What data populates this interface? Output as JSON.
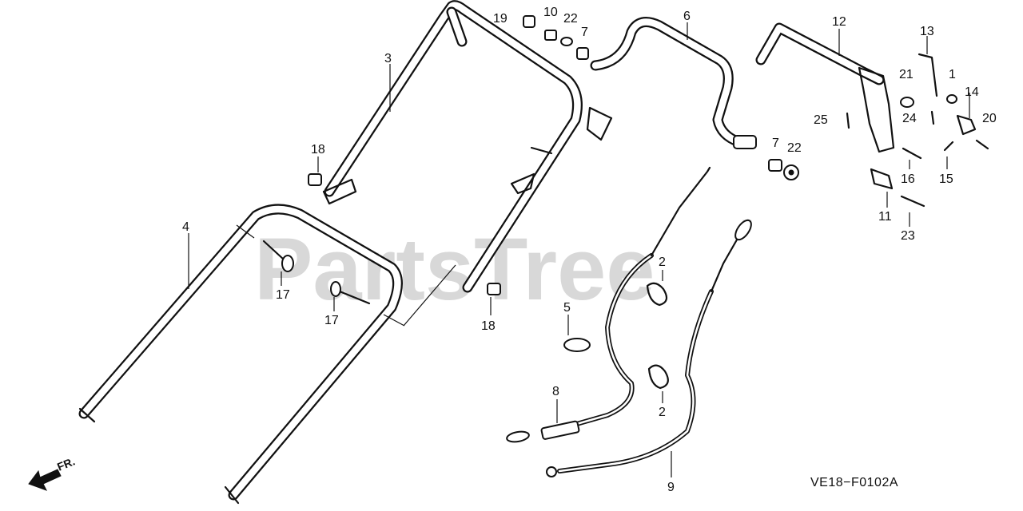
{
  "watermark": {
    "text": "PartsTree",
    "mark": "™"
  },
  "diagram_code": "VE18−F0102A",
  "direction_label": "FR.",
  "callouts": {
    "c1": "1",
    "c2a": "2",
    "c2b": "2",
    "c3": "3",
    "c4": "4",
    "c5": "5",
    "c6": "6",
    "c7a": "7",
    "c7b": "7",
    "c8": "8",
    "c9": "9",
    "c10": "10",
    "c11": "11",
    "c12": "12",
    "c13": "13",
    "c14": "14",
    "c15": "15",
    "c16": "16",
    "c17a": "17",
    "c17b": "17",
    "c18a": "18",
    "c18b": "18",
    "c19": "19",
    "c20": "20",
    "c21": "21",
    "c22a": "22",
    "c22b": "22",
    "c23": "23",
    "c24": "24",
    "c25": "25"
  }
}
